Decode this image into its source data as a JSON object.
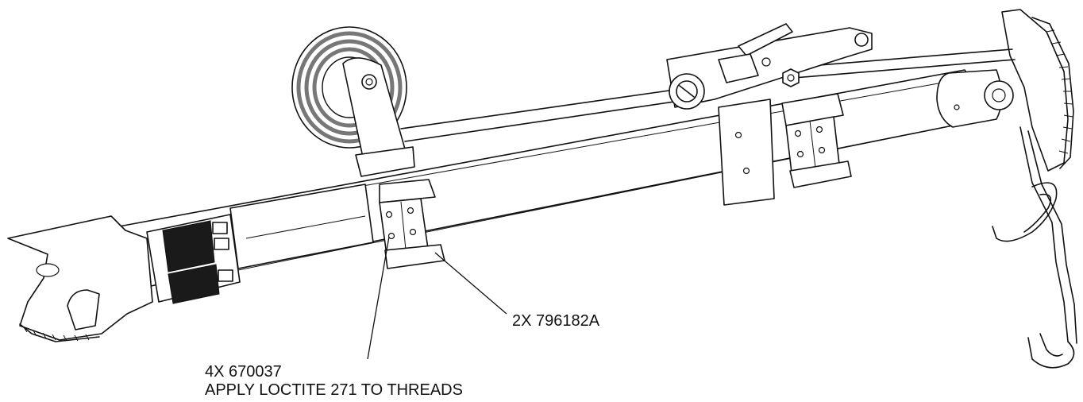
{
  "colors": {
    "line": "#111111",
    "background": "#ffffff",
    "grip_dark": "#1a1a1a",
    "reel_gray": "#777777"
  },
  "callouts": {
    "clamp": {
      "text": "2X 796182A"
    },
    "screw": {
      "line1": "4X 670037",
      "line2": "APPLY LOCTITE 271 TO THREADS"
    }
  }
}
